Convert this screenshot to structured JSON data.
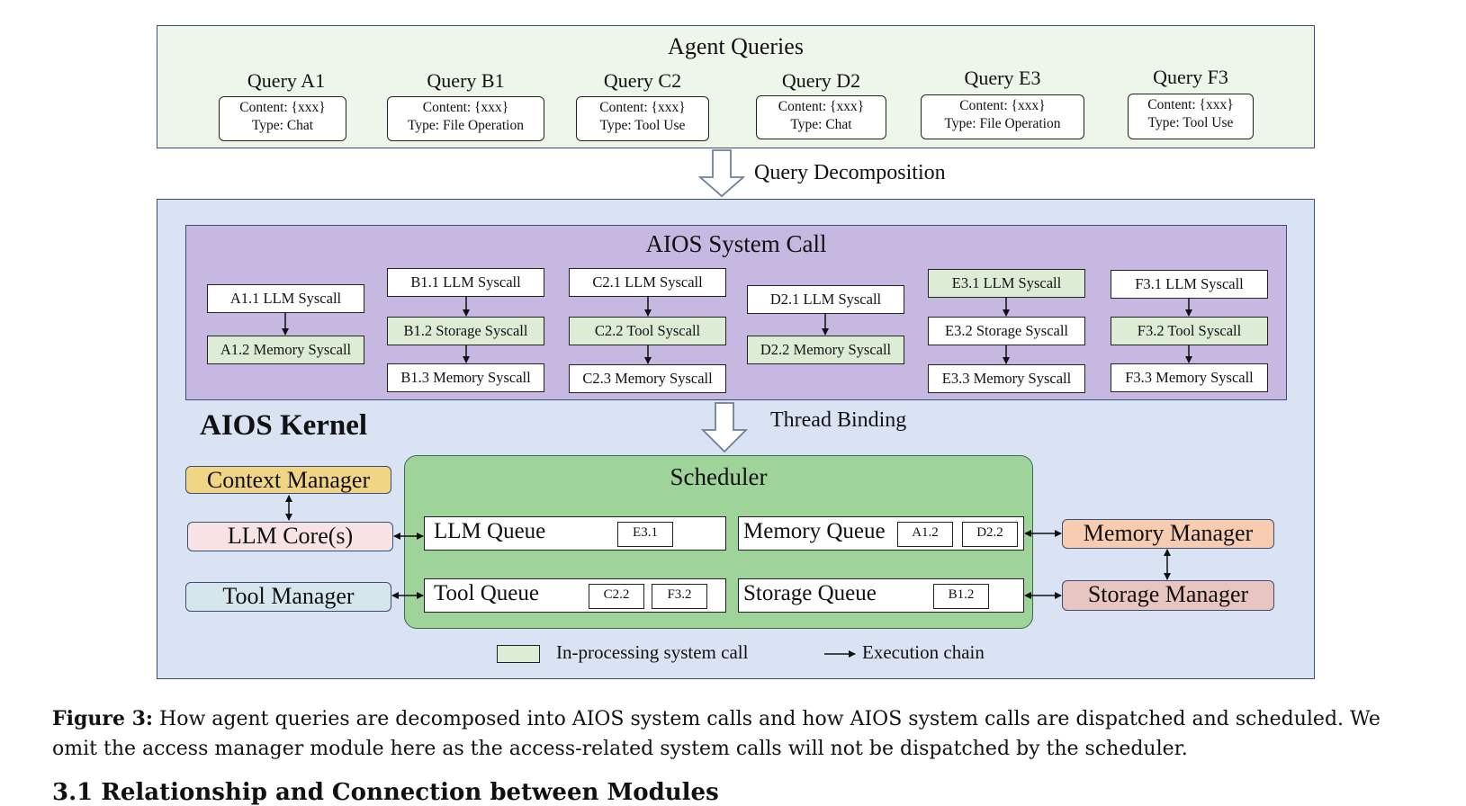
{
  "agent_queries": {
    "title": "Agent Queries",
    "queries": [
      {
        "name": "Query A1",
        "content": "Content: {xxx}",
        "type": "Type: Chat"
      },
      {
        "name": "Query B1",
        "content": "Content: {xxx}",
        "type": "Type: File Operation"
      },
      {
        "name": "Query C2",
        "content": "Content: {xxx}",
        "type": "Type: Tool Use"
      },
      {
        "name": "Query D2",
        "content": "Content: {xxx}",
        "type": "Type: Chat"
      },
      {
        "name": "Query E3",
        "content": "Content: {xxx}",
        "type": "Type: File Operation"
      },
      {
        "name": "Query F3",
        "content": "Content: {xxx}",
        "type": "Type: Tool Use"
      }
    ]
  },
  "query_decomposition_label": "Query Decomposition",
  "syscall_panel": {
    "title": "AIOS System Call",
    "chains": [
      [
        "A1.1 LLM Syscall",
        "A1.2 Memory Syscall"
      ],
      [
        "B1.1 LLM Syscall",
        "B1.2 Storage Syscall",
        "B1.3 Memory Syscall"
      ],
      [
        "C2.1 LLM Syscall",
        "C2.2 Tool Syscall",
        "C2.3 Memory Syscall"
      ],
      [
        "D2.1 LLM Syscall",
        "D2.2 Memory Syscall"
      ],
      [
        "E3.1 LLM Syscall",
        "E3.2 Storage Syscall",
        "E3.3 Memory Syscall"
      ],
      [
        "F3.1 LLM Syscall",
        "F3.2 Tool Syscall",
        "F3.3 Memory Syscall"
      ]
    ]
  },
  "thread_binding_label": "Thread Binding",
  "kernel_title": "AIOS Kernel",
  "managers": {
    "context": "Context Manager",
    "llm_core": "LLM Core(s)",
    "tool": "Tool Manager",
    "memory": "Memory Manager",
    "storage": "Storage Manager"
  },
  "scheduler": {
    "title": "Scheduler",
    "llm_queue": {
      "label": "LLM Queue",
      "items": [
        "E3.1"
      ]
    },
    "memory_queue": {
      "label": "Memory Queue",
      "items": [
        "A1.2",
        "D2.2"
      ]
    },
    "tool_queue": {
      "label": "Tool Queue",
      "items": [
        "C2.2",
        "F3.2"
      ]
    },
    "storage_queue": {
      "label": "Storage Queue",
      "items": [
        "B1.2"
      ]
    }
  },
  "legend": {
    "in_processing": "In-processing system call",
    "execution_chain": "Execution chain"
  },
  "caption": {
    "label": "Figure 3:",
    "text": " How agent queries are decomposed into AIOS system calls and how AIOS system calls are dispatched and scheduled. We omit the access manager module here as the access-related system calls will not be dispatched by the scheduler."
  },
  "next_section": "3.1 Relationship and Connection between Modules",
  "colors": {
    "in_processing": "#dcecd5",
    "context_manager": "#f0d585",
    "llm_core": "#f7e3e3",
    "tool_manager": "#d5e6ec",
    "memory_manager": "#f8ccb0",
    "storage_manager": "#e8c5c0"
  }
}
